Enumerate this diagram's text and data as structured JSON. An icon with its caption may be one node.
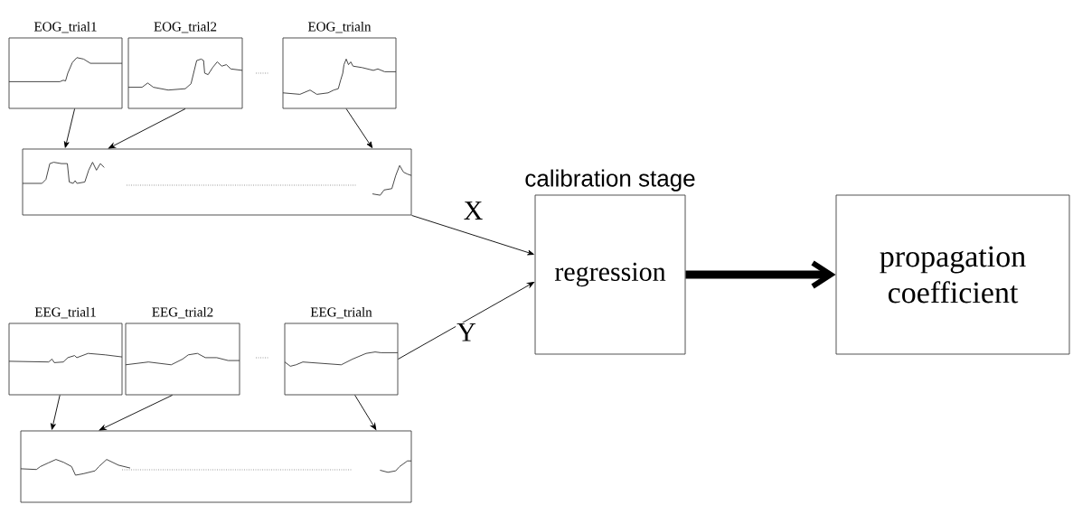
{
  "diagram": {
    "nodes": [
      {
        "text": [
          "EOG_trial1"
        ]
      },
      {
        "text": [
          "EOG_trial2"
        ]
      },
      {
        "text": [
          "EOG_trialn"
        ]
      },
      {
        "text": [],
        "shape": "box"
      },
      {
        "text": [
          "EEG_trial1"
        ]
      },
      {
        "text": [
          "EEG_trial2"
        ]
      },
      {
        "text": [
          "EEG_trialn"
        ]
      },
      {
        "text": [],
        "shape": "box"
      },
      {
        "text": [
          "calibration stage",
          "regression"
        ]
      },
      {
        "text": [
          "propagation coefficient"
        ]
      }
    ],
    "edges": [
      {
        "from": 0,
        "to": 3,
        "arrow": "to"
      },
      {
        "from": 1,
        "to": 3,
        "arrow": "to"
      },
      {
        "from": 2,
        "to": 3,
        "arrow": "to"
      },
      {
        "from": 3,
        "to": 8,
        "arrow": "to",
        "label": "X"
      },
      {
        "from": 6,
        "to": 8,
        "arrow": "to",
        "label": "Y"
      },
      {
        "from": 8,
        "to": 9,
        "arrow": "to",
        "style": "thick"
      },
      {
        "from": 4,
        "to": 7,
        "arrow": "to"
      },
      {
        "from": 5,
        "to": 7,
        "arrow": "to"
      },
      {
        "from": 6,
        "to": 7,
        "arrow": "to"
      }
    ]
  }
}
